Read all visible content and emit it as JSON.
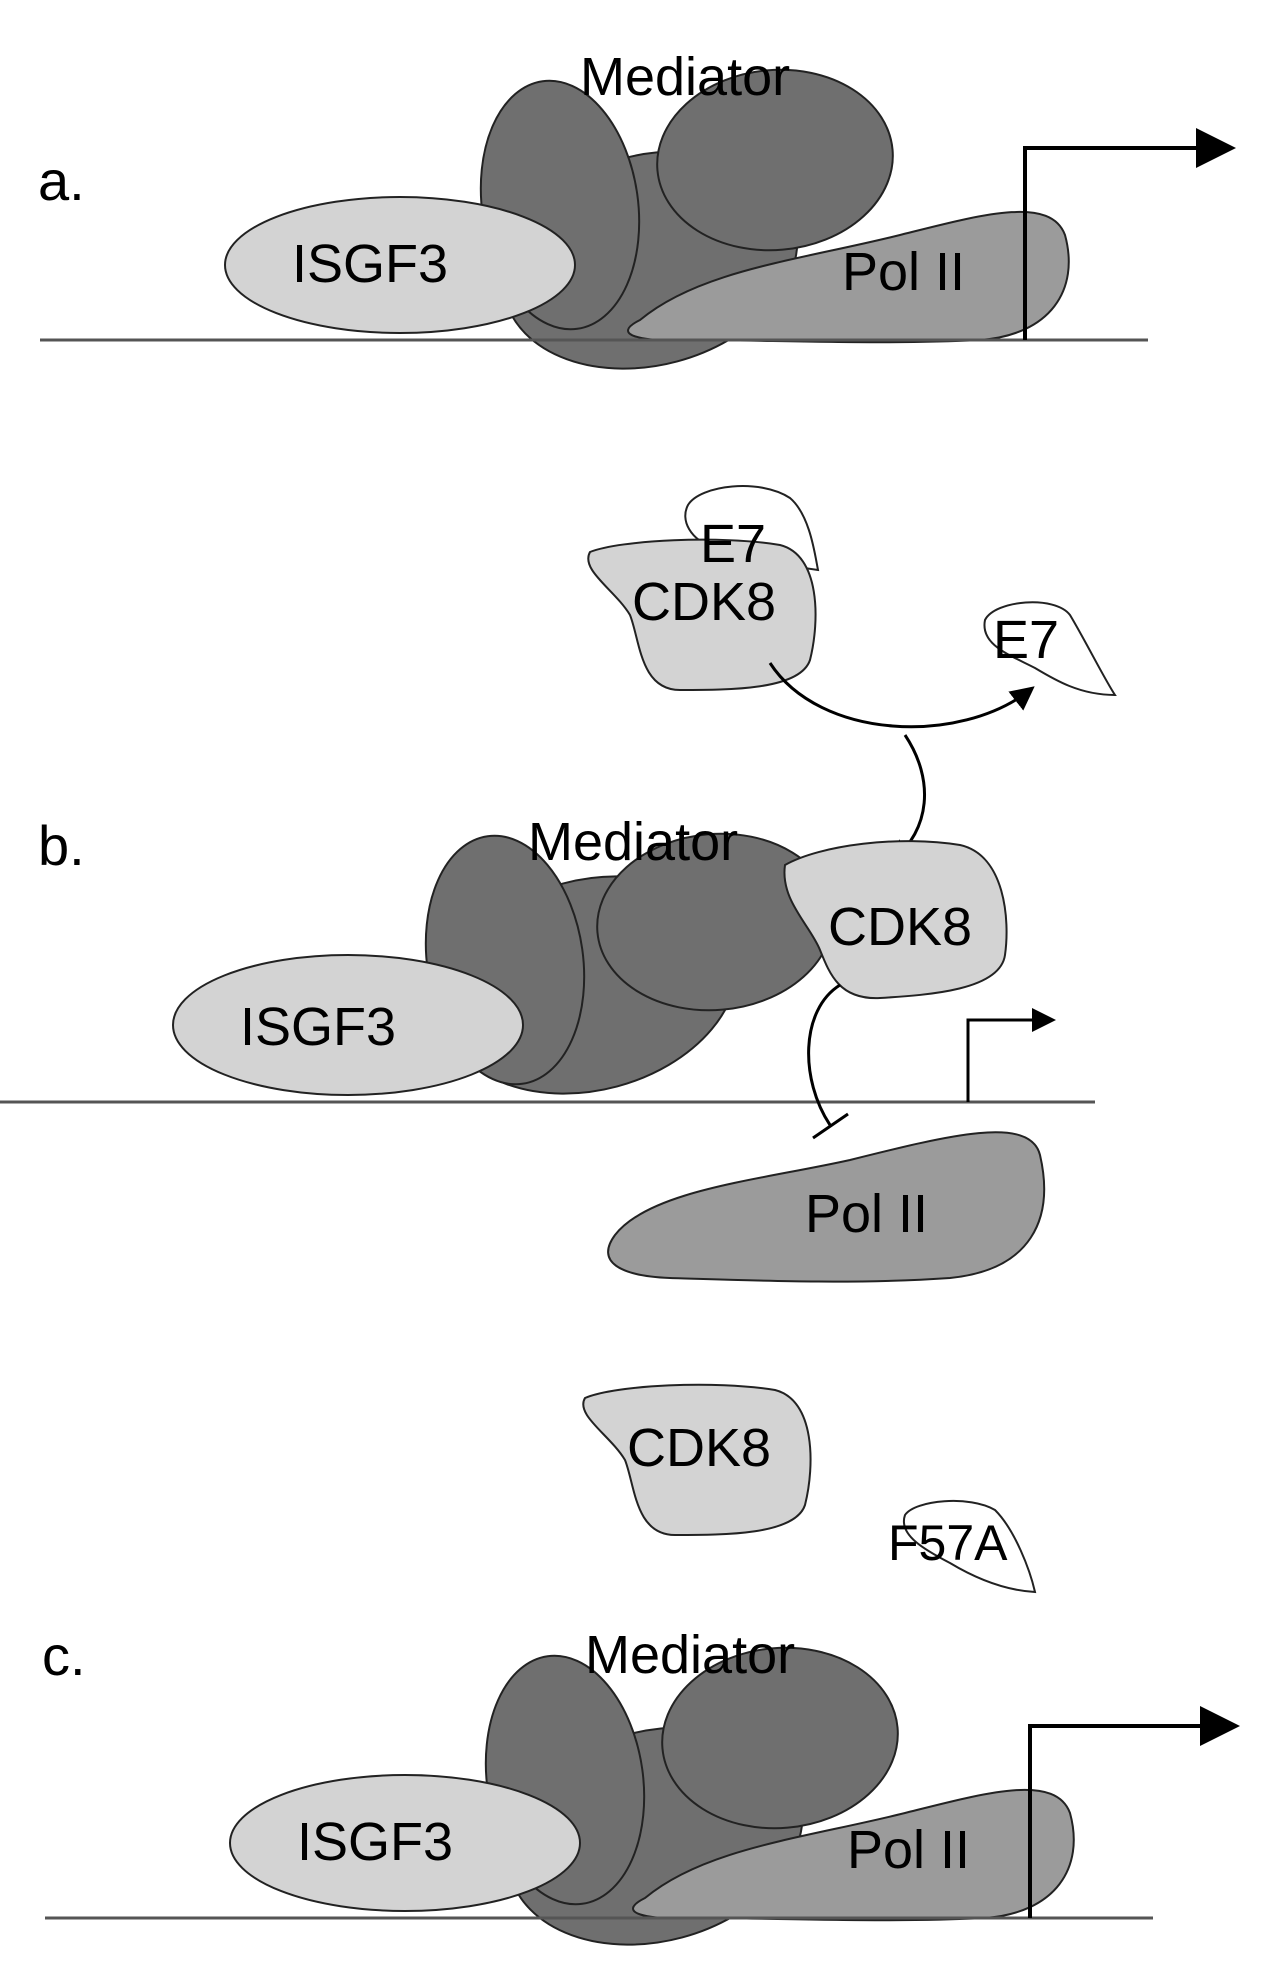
{
  "panels": [
    {
      "label": "a.",
      "mediator": "Mediator",
      "isgf3": "ISGF3",
      "polii": "Pol II"
    },
    {
      "label": "b.",
      "mediator": "Mediator",
      "isgf3": "ISGF3",
      "polii": "Pol II",
      "cdk8_free": "CDK8",
      "e7_bound": "E7",
      "e7_released": "E7",
      "cdk8_bound": "CDK8"
    },
    {
      "label": "c.",
      "mediator": "Mediator",
      "isgf3": "ISGF3",
      "polii": "Pol II",
      "cdk8_free": "CDK8",
      "mutant": "F57A"
    }
  ],
  "colors": {
    "mediator": "#6f6f6f",
    "polii": "#9b9b9b",
    "isgf3_cdk8": "#d3d3d3",
    "e7": "#ffffff"
  }
}
